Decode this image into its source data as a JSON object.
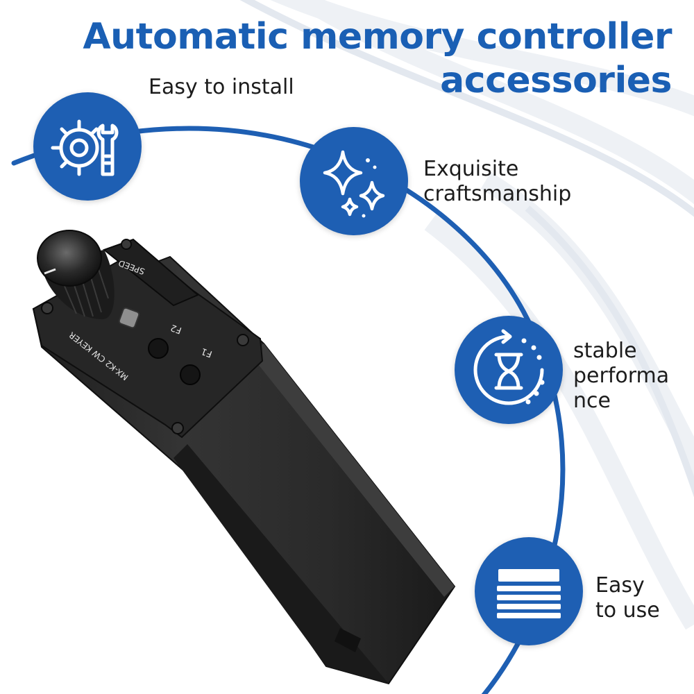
{
  "title": {
    "line1": "Automatic memory controller",
    "line2": "accessories"
  },
  "features": [
    {
      "label_lines": [
        "Easy to install"
      ],
      "icon": "gear-wrench-icon"
    },
    {
      "label_lines": [
        "Exquisite",
        "craftsmanship"
      ],
      "icon": "sparkles-icon"
    },
    {
      "label_lines": [
        "stable",
        "performa",
        "nce"
      ],
      "icon": "hourglass-refresh-icon"
    },
    {
      "label_lines": [
        "Easy",
        "to use"
      ],
      "icon": "stack-layers-icon"
    }
  ],
  "device": {
    "labels": [
      "SPEED",
      "F2",
      "F1",
      "MX-K2 CW KEYER"
    ]
  },
  "colors": {
    "accent": "#1e5fb3",
    "title": "#1a5fb4",
    "arc": "#1e5fb3",
    "device_body": "#2a2a2a"
  }
}
